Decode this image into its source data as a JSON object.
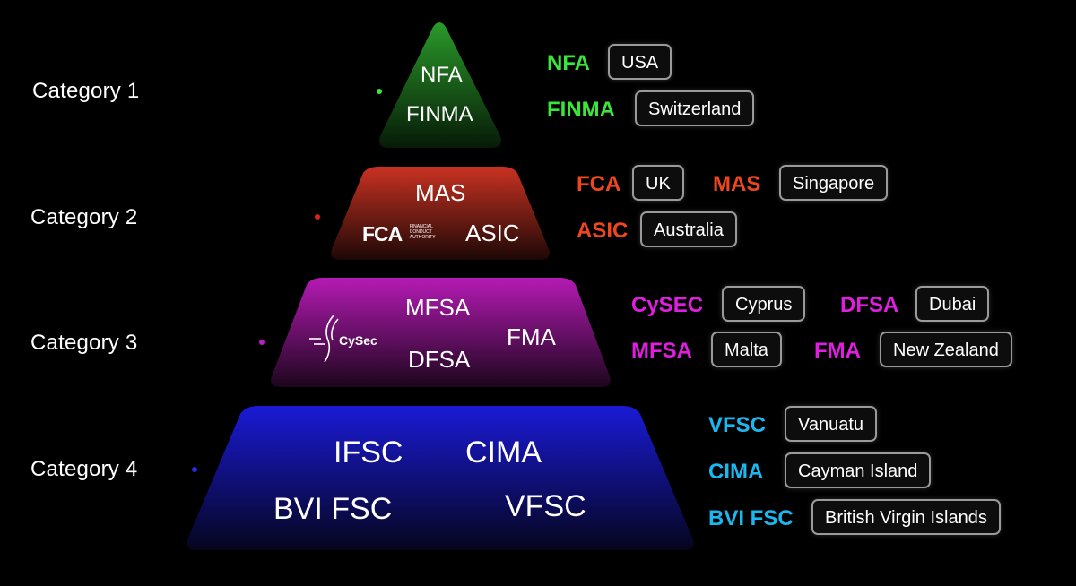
{
  "tiers": [
    {
      "label": "Category 1",
      "regulators": [
        "NFA",
        "FINMA"
      ],
      "color": "#1b8a1b"
    },
    {
      "label": "Category 2",
      "regulators": [
        "MAS",
        "ASIC"
      ],
      "color": "#c0281b"
    },
    {
      "label": "Category 3",
      "regulators": [
        "MFSA",
        "DFSA",
        "FMA"
      ],
      "color": "#b316b3"
    },
    {
      "label": "Category 4",
      "regulators": [
        "IFSC",
        "CIMA",
        "BVI FSC",
        "VFSC"
      ],
      "color": "#1414d0"
    }
  ],
  "logos": {
    "fca": {
      "mark": "FCA",
      "lines": [
        "FINANCIAL",
        "CONDUCT",
        "AUTHORITY"
      ]
    },
    "cysec": {
      "text": "CySec"
    }
  },
  "legend": {
    "cat1": [
      {
        "regulator": "NFA",
        "country": "USA"
      },
      {
        "regulator": "FINMA",
        "country": "Switzerland"
      }
    ],
    "cat2": [
      {
        "regulator": "FCA",
        "country": "UK"
      },
      {
        "regulator": "MAS",
        "country": "Singapore"
      },
      {
        "regulator": "ASIC",
        "country": "Australia"
      }
    ],
    "cat3": [
      {
        "regulator": "CySEC",
        "country": "Cyprus"
      },
      {
        "regulator": "DFSA",
        "country": "Dubai"
      },
      {
        "regulator": "MFSA",
        "country": "Malta"
      },
      {
        "regulator": "FMA",
        "country": "New Zealand"
      }
    ],
    "cat4": [
      {
        "regulator": "VFSC",
        "country": "Vanuatu"
      },
      {
        "regulator": "CIMA",
        "country": "Cayman Island"
      },
      {
        "regulator": "BVI FSC",
        "country": "British Virgin Islands"
      }
    ]
  },
  "colors": {
    "green": "#39e639",
    "red": "#f0461e",
    "magenta": "#e01ee0",
    "cyan": "#1ab8f0",
    "background": "#000000"
  }
}
